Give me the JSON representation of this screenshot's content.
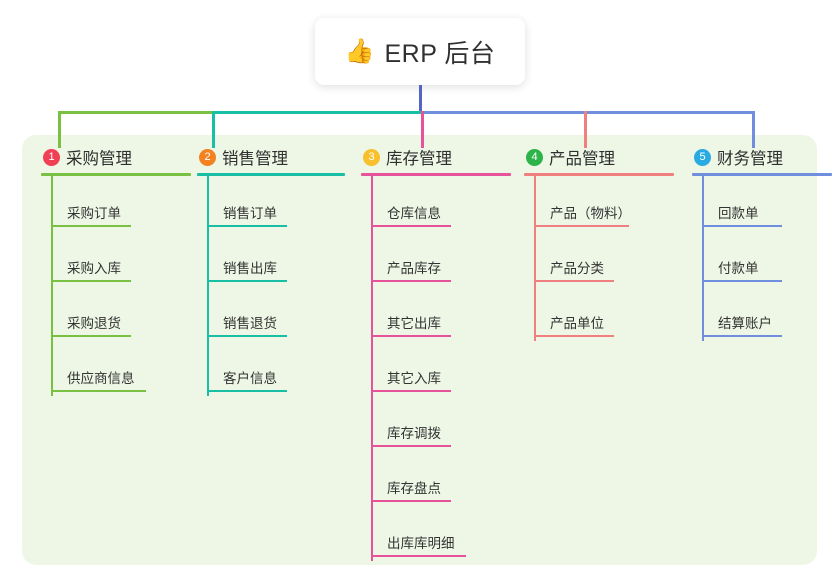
{
  "root": {
    "icon": "👍",
    "icon_name": "thumbs-up-icon",
    "title": "ERP 后台"
  },
  "palette": {
    "canvas_bg": "#eef7e6",
    "card_bg": "#ffffff",
    "root_stem": "#5465c8",
    "green": "#7ac143",
    "teal": "#19bfa4",
    "pink": "#e8529a",
    "salmon": "#f08080",
    "blue": "#6f8ede",
    "badge1": "#ef4056",
    "badge2": "#f58220",
    "badge3": "#f7c02c",
    "badge4": "#2db34a",
    "badge5": "#29abe2"
  },
  "columns": [
    {
      "number": "1",
      "title": "采购管理",
      "badge_color": "#ef4056",
      "line_color": "#7ac143",
      "items": [
        "采购订单",
        "采购入库",
        "采购退货",
        "供应商信息"
      ]
    },
    {
      "number": "2",
      "title": "销售管理",
      "badge_color": "#f58220",
      "line_color": "#19bfa4",
      "items": [
        "销售订单",
        "销售出库",
        "销售退货",
        "客户信息"
      ]
    },
    {
      "number": "3",
      "title": "库存管理",
      "badge_color": "#f7c02c",
      "line_color": "#e8529a",
      "items": [
        "仓库信息",
        "产品库存",
        "其它出库",
        "其它入库",
        "库存调拨",
        "库存盘点",
        "出库库明细"
      ]
    },
    {
      "number": "4",
      "title": "产品管理",
      "badge_color": "#2db34a",
      "line_color": "#f08080",
      "items": [
        "产品（物料）",
        "产品分类",
        "产品单位"
      ]
    },
    {
      "number": "5",
      "title": "财务管理",
      "badge_color": "#29abe2",
      "line_color": "#6f8ede",
      "items": [
        "回款单",
        "付款单",
        "结算账户"
      ]
    }
  ]
}
